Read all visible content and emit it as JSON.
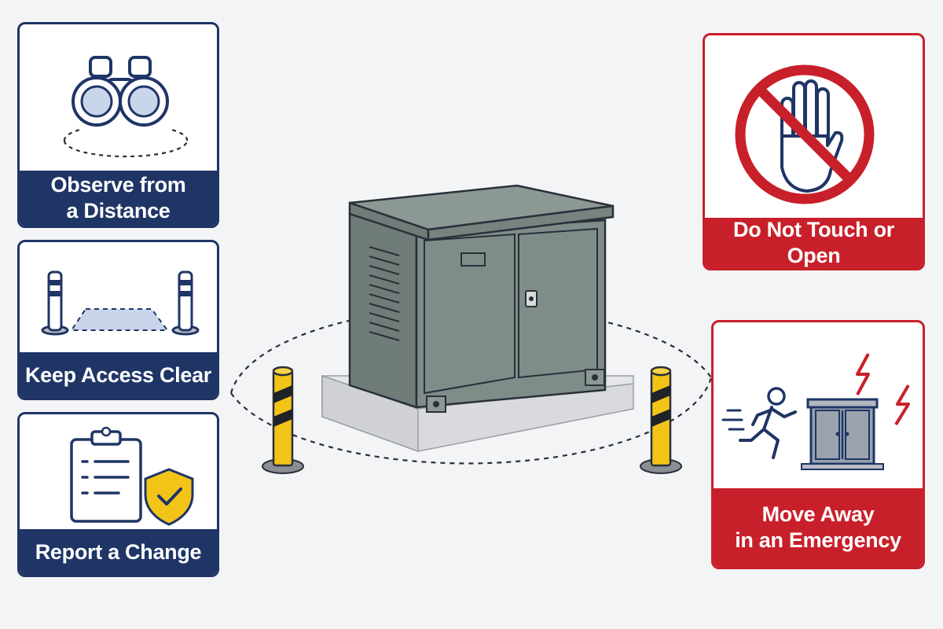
{
  "colors": {
    "navy": "#1f3566",
    "alert_red": "#c8202a",
    "cabinet_gray": "#7f8d88",
    "bollard_yellow": "#f2c418",
    "background": "#f3f4f6"
  },
  "scene": {
    "equipment": "padmount-electrical-cabinet",
    "boundary": "dashed-clearance-ellipse",
    "bollard_count": 2
  },
  "cards": {
    "observe": {
      "line1": "Observe from",
      "line2": "a Distance",
      "icon": "binoculars-icon"
    },
    "access": {
      "label": "Keep Access Clear",
      "icon": "bollards-clear-zone-icon"
    },
    "report": {
      "label": "Report a Change",
      "icon": "clipboard-shield-icon"
    },
    "touch": {
      "label": "Do Not Touch or Open",
      "icon": "no-touch-hand-icon"
    },
    "emergency": {
      "line1": "Move Away",
      "line2": "in an Emergency",
      "icon": "running-person-icon"
    }
  }
}
